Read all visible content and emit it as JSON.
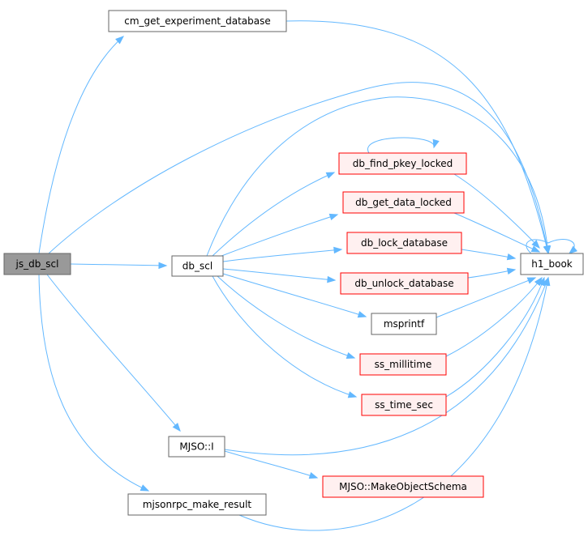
{
  "colors": {
    "edge": "#63b8ff",
    "node_default_fill": "#ffffff",
    "node_default_border": "#666666",
    "node_root_fill": "#999999",
    "node_root_border": "#666666",
    "node_external_fill": "#fff0f0",
    "node_external_border": "#ff0000"
  },
  "nodes": [
    {
      "id": "js_db_scl",
      "label": "js_db_scl",
      "style": "root"
    },
    {
      "id": "cm_get_experiment_database",
      "label": "cm_get_experiment_database",
      "style": "default"
    },
    {
      "id": "db_scl",
      "label": "db_scl",
      "style": "default"
    },
    {
      "id": "db_find_pkey_locked",
      "label": "db_find_pkey_locked",
      "style": "external"
    },
    {
      "id": "db_get_data_locked",
      "label": "db_get_data_locked",
      "style": "external"
    },
    {
      "id": "db_lock_database",
      "label": "db_lock_database",
      "style": "external"
    },
    {
      "id": "db_unlock_database",
      "label": "db_unlock_database",
      "style": "external"
    },
    {
      "id": "msprintf",
      "label": "msprintf",
      "style": "default"
    },
    {
      "id": "ss_millitime",
      "label": "ss_millitime",
      "style": "external"
    },
    {
      "id": "ss_time_sec",
      "label": "ss_time_sec",
      "style": "external"
    },
    {
      "id": "h1_book",
      "label": "h1_book",
      "style": "default"
    },
    {
      "id": "MJSO_I",
      "label": "MJSO::I",
      "style": "default"
    },
    {
      "id": "MJSO_MakeObjectSchema",
      "label": "MJSO::MakeObjectSchema",
      "style": "external"
    },
    {
      "id": "mjsonrpc_make_result",
      "label": "mjsonrpc_make_result",
      "style": "default"
    }
  ],
  "edges": [
    {
      "from": "js_db_scl",
      "to": "cm_get_experiment_database"
    },
    {
      "from": "js_db_scl",
      "to": "h1_book"
    },
    {
      "from": "js_db_scl",
      "to": "db_scl"
    },
    {
      "from": "js_db_scl",
      "to": "MJSO_I"
    },
    {
      "from": "js_db_scl",
      "to": "mjsonrpc_make_result"
    },
    {
      "from": "cm_get_experiment_database",
      "to": "h1_book"
    },
    {
      "from": "db_scl",
      "to": "h1_book"
    },
    {
      "from": "db_scl",
      "to": "db_find_pkey_locked"
    },
    {
      "from": "db_scl",
      "to": "db_get_data_locked"
    },
    {
      "from": "db_scl",
      "to": "db_lock_database"
    },
    {
      "from": "db_scl",
      "to": "db_unlock_database"
    },
    {
      "from": "db_scl",
      "to": "msprintf"
    },
    {
      "from": "db_scl",
      "to": "ss_millitime"
    },
    {
      "from": "db_scl",
      "to": "ss_time_sec"
    },
    {
      "from": "db_find_pkey_locked",
      "to": "db_find_pkey_locked"
    },
    {
      "from": "db_find_pkey_locked",
      "to": "h1_book"
    },
    {
      "from": "db_get_data_locked",
      "to": "h1_book"
    },
    {
      "from": "db_lock_database",
      "to": "h1_book"
    },
    {
      "from": "db_unlock_database",
      "to": "h1_book"
    },
    {
      "from": "msprintf",
      "to": "h1_book"
    },
    {
      "from": "ss_millitime",
      "to": "h1_book"
    },
    {
      "from": "ss_time_sec",
      "to": "h1_book"
    },
    {
      "from": "h1_book",
      "to": "h1_book"
    },
    {
      "from": "MJSO_I",
      "to": "h1_book"
    },
    {
      "from": "MJSO_I",
      "to": "MJSO_MakeObjectSchema"
    },
    {
      "from": "mjsonrpc_make_result",
      "to": "h1_book"
    }
  ]
}
